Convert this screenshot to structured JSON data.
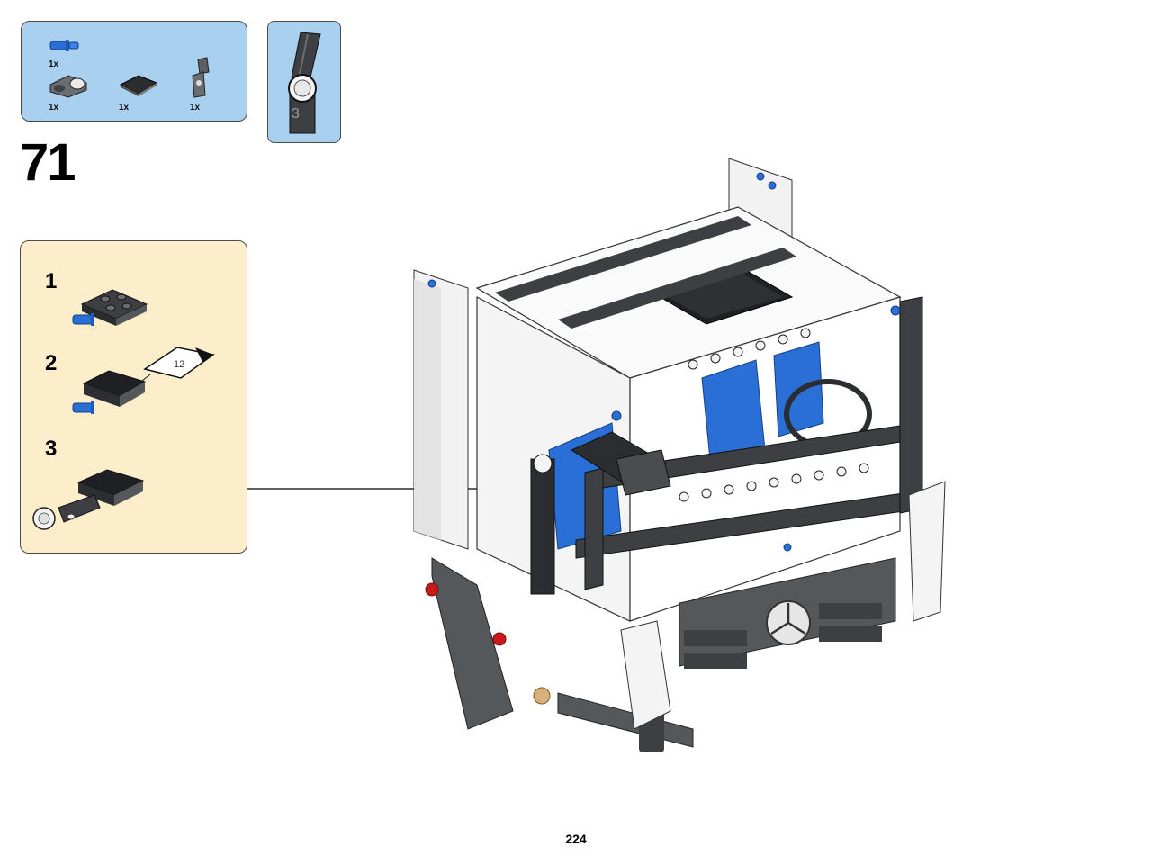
{
  "parts_list": {
    "items": [
      {
        "icon": "blue-axle-pin-icon",
        "qty": "1x"
      },
      {
        "icon": "gray-pin-connector-icon",
        "qty": "1x"
      },
      {
        "icon": "black-tile-icon",
        "qty": "1x"
      },
      {
        "icon": "gray-angled-connector-icon",
        "qty": "1x"
      }
    ]
  },
  "scale_reference": {
    "icon": "angled-beam-scale-icon",
    "label": "3"
  },
  "step": {
    "number": "71"
  },
  "sub_assembly": {
    "steps": [
      {
        "number": "1",
        "icon": "plate-with-axle-pin-icon"
      },
      {
        "number": "2",
        "icon": "tile-with-sticker-icon",
        "sticker_label": "12"
      },
      {
        "number": "3",
        "icon": "angled-connector-with-tile-icon"
      }
    ]
  },
  "main_model": {
    "icon": "truck-cab-model-icon"
  },
  "page": {
    "number": "224"
  },
  "colors": {
    "parts_bg": "#a9d0ef",
    "subassembly_bg": "#fdeecb",
    "lego_blue": "#2a6fd6",
    "lego_dark_gray": "#3d3f42",
    "lego_white": "#f4f4f4"
  }
}
